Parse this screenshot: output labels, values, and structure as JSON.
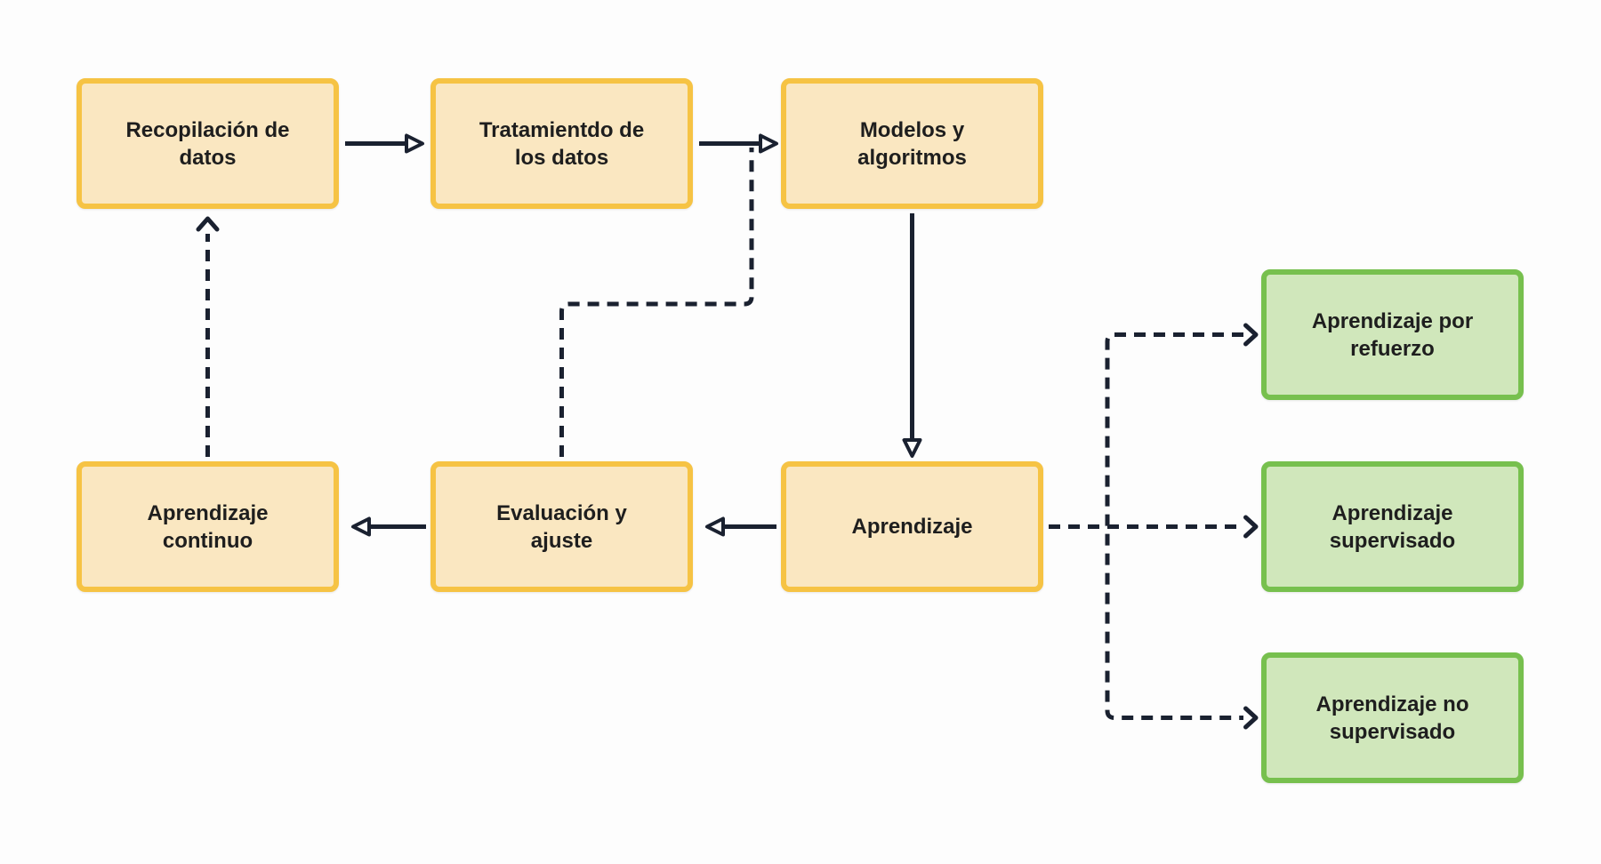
{
  "diagram": {
    "type": "flowchart",
    "language": "es",
    "colors": {
      "background": "#fdfdfd",
      "process_fill": "#fae7c1",
      "process_border": "#f6c344",
      "output_fill": "#d0e7bb",
      "output_border": "#77c04e",
      "edge": "#1a2130",
      "text": "#1e1e1e"
    },
    "nodes": [
      {
        "id": "recopilacion-de-datos",
        "label": "Recopilación de\ndatos",
        "kind": "process"
      },
      {
        "id": "tratamiento-de-datos",
        "label": "Tratamientdo de\nlos datos",
        "kind": "process"
      },
      {
        "id": "modelos-y-algoritmos",
        "label": "Modelos y\nalgoritmos",
        "kind": "process"
      },
      {
        "id": "aprendizaje-continuo",
        "label": "Aprendizaje\ncontinuo",
        "kind": "process"
      },
      {
        "id": "evaluacion-y-ajuste",
        "label": "Evaluación y\najuste",
        "kind": "process"
      },
      {
        "id": "aprendizaje",
        "label": "Aprendizaje",
        "kind": "process"
      },
      {
        "id": "aprendizaje-por-refuerzo",
        "label": "Aprendizaje por\nrefuerzo",
        "kind": "output"
      },
      {
        "id": "aprendizaje-supervisado",
        "label": "Aprendizaje\nsupervisado",
        "kind": "output"
      },
      {
        "id": "aprendizaje-no-supervisado",
        "label": "Aprendizaje no\nsupervisado",
        "kind": "output"
      }
    ],
    "edges": [
      {
        "from": "recopilacion-de-datos",
        "to": "tratamiento-de-datos",
        "style": "solid",
        "head": "hollow-triangle"
      },
      {
        "from": "tratamiento-de-datos",
        "to": "modelos-y-algoritmos",
        "style": "solid",
        "head": "hollow-triangle"
      },
      {
        "from": "modelos-y-algoritmos",
        "to": "aprendizaje",
        "style": "solid",
        "head": "hollow-triangle"
      },
      {
        "from": "aprendizaje",
        "to": "evaluacion-y-ajuste",
        "style": "solid",
        "head": "hollow-triangle"
      },
      {
        "from": "evaluacion-y-ajuste",
        "to": "aprendizaje-continuo",
        "style": "solid",
        "head": "hollow-triangle"
      },
      {
        "from": "aprendizaje-continuo",
        "to": "recopilacion-de-datos",
        "style": "dashed",
        "head": "chevron"
      },
      {
        "from": "evaluacion-y-ajuste",
        "to": "modelos-y-algoritmos",
        "style": "dashed",
        "head": "none-joins-solid-arrow"
      },
      {
        "from": "aprendizaje",
        "to": "aprendizaje-por-refuerzo",
        "style": "dashed",
        "head": "chevron"
      },
      {
        "from": "aprendizaje",
        "to": "aprendizaje-supervisado",
        "style": "dashed",
        "head": "chevron"
      },
      {
        "from": "aprendizaje",
        "to": "aprendizaje-no-supervisado",
        "style": "dashed",
        "head": "chevron"
      }
    ]
  }
}
